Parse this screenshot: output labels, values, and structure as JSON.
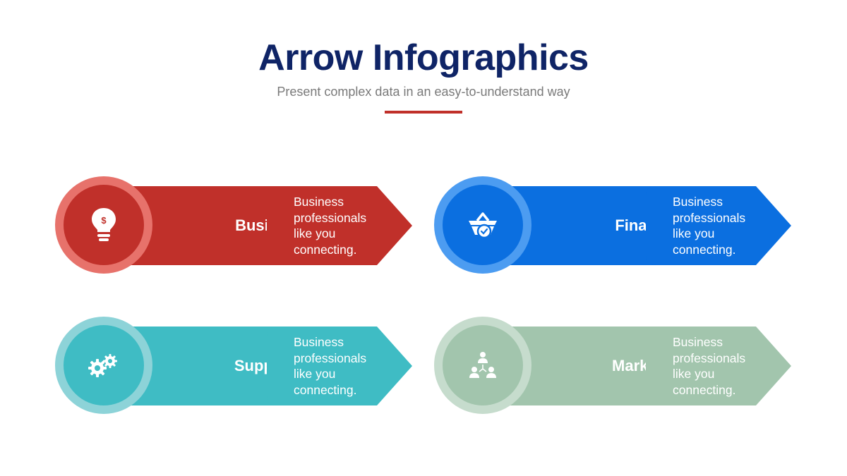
{
  "header": {
    "title": "Arrow Infographics",
    "subtitle": "Present complex data in an easy-to-understand way",
    "accent_color": "#c0302a",
    "title_color": "#0f2466"
  },
  "items": [
    {
      "label": "Business",
      "icon": "lightbulb-dollar-icon",
      "description": "Business professionals like you connecting.",
      "color": "#c0302a",
      "ring_color": "#e7726b",
      "position": "top-left"
    },
    {
      "label": "Financial",
      "icon": "basket-check-icon",
      "description": "Business professionals like you connecting.",
      "color": "#0b6fe0",
      "ring_color": "#4c9cf1",
      "position": "top-right"
    },
    {
      "label": "Suppliers",
      "icon": "gears-icon",
      "description": "Business professionals like you connecting.",
      "color": "#3fbcc4",
      "ring_color": "#8dd3d8",
      "position": "bottom-left"
    },
    {
      "label": "Marketing",
      "icon": "team-hierarchy-icon",
      "description": "Business professionals like you connecting.",
      "color": "#a2c5ad",
      "ring_color": "#c6dccd",
      "position": "bottom-right"
    }
  ]
}
